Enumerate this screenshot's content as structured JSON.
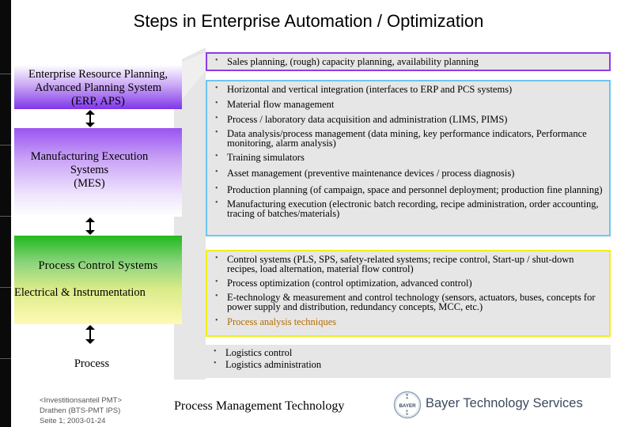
{
  "slide": {
    "title": "Steps in Enterprise Automation / Optimization"
  },
  "levels": [
    {
      "label": "Enterprise Resource Planning,\nAdvanced Planning System\n(ERP, APS)"
    },
    {
      "label": "Manufacturing Execution\nSystems\n(MES)"
    },
    {
      "label": "Process Control Systems",
      "label2": "Electrical & Instrumentation"
    },
    {
      "label": "Process"
    }
  ],
  "boxes": [
    {
      "border_color": "#8d3ce8",
      "items": [
        "Sales planning, (rough) capacity planning, availability planning"
      ]
    },
    {
      "border_color": "#6cc6f0",
      "items": [
        "Horizontal and vertical integration (interfaces to ERP and PCS systems)",
        "Material flow management",
        "Process / laboratory data acquisition and administration (LIMS, PIMS)",
        "Data analysis/process management (data mining, key performance indicators, Performance monitoring, alarm analysis)",
        "Training simulators",
        "Asset management (preventive maintenance devices / process diagnosis)",
        "Production planning (of campaign, space and personnel deployment; production fine planning)",
        "Manufacturing execution (electronic batch recording, recipe administration, order accounting, tracing of batches/materials)"
      ]
    },
    {
      "border_color": "#f2ee1a",
      "items": [
        "Control systems (PLS, SPS, safety-related systems; recipe control, Start-up / shut-down recipes, load alternation, material flow control)",
        "Process optimization (control optimization, advanced control)",
        "E-technology & measurement and control technology (sensors, actuators, buses, concepts for power supply and distribution, redundancy concepts, MCC, etc.)",
        "Process analysis techniques"
      ]
    },
    {
      "items": [
        "Logistics control",
        "Logistics administration"
      ]
    }
  ],
  "footer": {
    "line1": "<Investitionsanteil PMT>",
    "line2": "Drathen (BTS-PMT IPS)",
    "line3": "Seite 1; 2003-01-24",
    "center": "Process Management Technology",
    "brand": "Bayer Technology Services",
    "logo_text": "BAYER"
  },
  "colors": {
    "accent_orange": "#b46b00",
    "brand_text": "#3b4a5e"
  }
}
